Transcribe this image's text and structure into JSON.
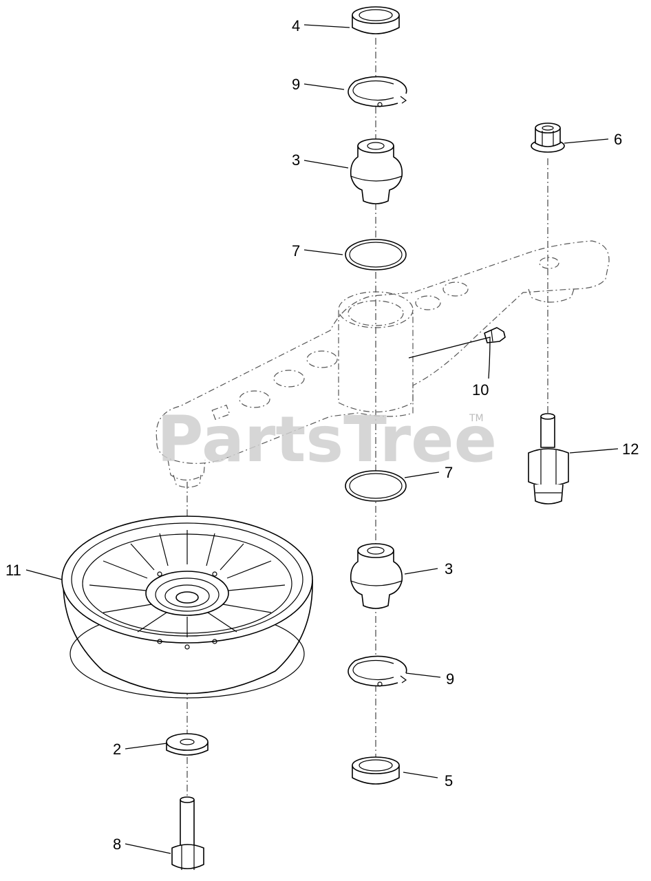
{
  "watermark": {
    "text": "PartsTree",
    "trademark": "TM"
  },
  "callouts": [
    {
      "id": "callout-4-top",
      "label": "4"
    },
    {
      "id": "callout-9-top",
      "label": "9"
    },
    {
      "id": "callout-3-top",
      "label": "3"
    },
    {
      "id": "callout-7-top",
      "label": "7"
    },
    {
      "id": "callout-6",
      "label": "6"
    },
    {
      "id": "callout-10",
      "label": "10"
    },
    {
      "id": "callout-12",
      "label": "12"
    },
    {
      "id": "callout-7-bottom",
      "label": "7"
    },
    {
      "id": "callout-11",
      "label": "11"
    },
    {
      "id": "callout-3-bottom",
      "label": "3"
    },
    {
      "id": "callout-9-bottom",
      "label": "9"
    },
    {
      "id": "callout-2",
      "label": "2"
    },
    {
      "id": "callout-5",
      "label": "5"
    },
    {
      "id": "callout-8",
      "label": "8"
    }
  ],
  "colors": {
    "line": "#000000",
    "phantom": "#555555",
    "watermark": "#cfcfcf",
    "background": "#ffffff"
  }
}
